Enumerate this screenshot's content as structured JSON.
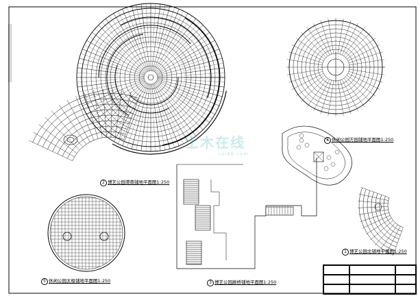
{
  "drawings": {
    "plan_1": {
      "num": "1",
      "title": "博艺公园北铺地平面图1:250"
    },
    "plan_2": {
      "num": "2",
      "title": "博艺公园港南铺地平面图1:250"
    },
    "plan_3": {
      "num": "3",
      "title": "博艺公园廊桥铺地平面图1:250"
    },
    "plan_4": {
      "num": "4",
      "title": "休闲公园方园铺地平面图1:250"
    },
    "plan_5": {
      "num": "5",
      "title": "休闲公园太极铺地平面图1:250"
    }
  },
  "watermark": {
    "main": "土木在线",
    "sub": "coi88.com"
  }
}
